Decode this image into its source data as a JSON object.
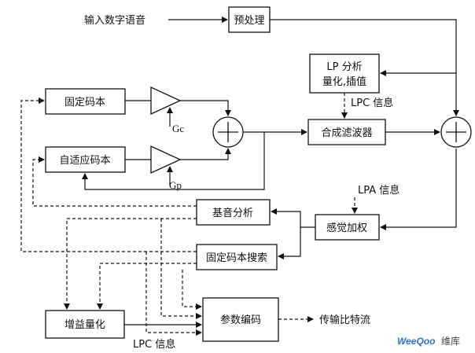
{
  "diagram": {
    "input_label": "输入数字语音",
    "output_label": "传输比特流",
    "blocks": {
      "preprocess": "预处理",
      "lp_analysis_line1": "LP 分析",
      "lp_analysis_line2": "量化,插值",
      "fixed_codebook": "固定码本",
      "adaptive_codebook": "自适应码本",
      "synthesis_filter": "合成滤波器",
      "perceptual_weighting": "感觉加权",
      "pitch_analysis": "基音分析",
      "fixed_codebook_search": "固定码本搜索",
      "gain_quantization": "增益量化",
      "parameter_encoding": "参数编码"
    },
    "gains": {
      "gc": "Gc",
      "gp": "Gp"
    },
    "signals": {
      "lpc_info_top": "LPC 信息",
      "lpa_info": "LPA 信息",
      "lpc_info_bottom": "LPC 信息"
    }
  },
  "watermark": {
    "brand": "WeeQoo",
    "suffix": "维库"
  }
}
